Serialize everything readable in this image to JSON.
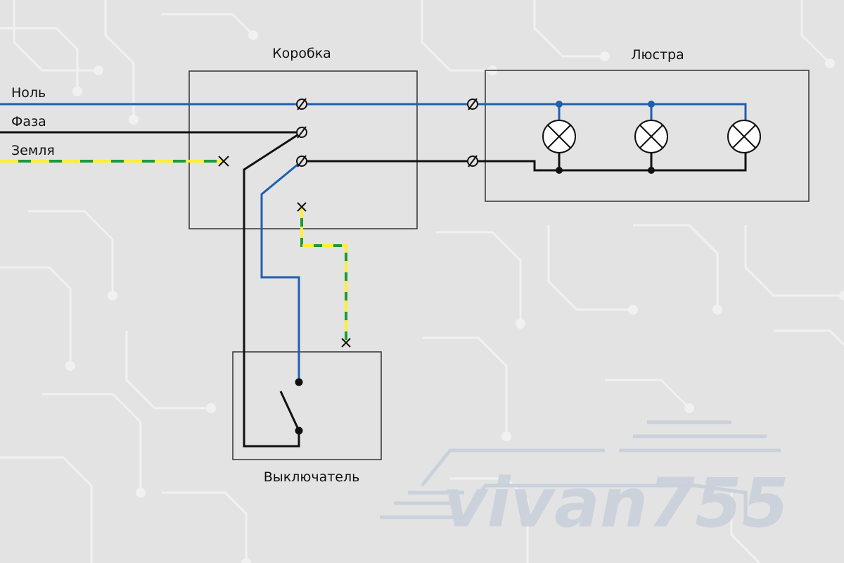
{
  "labels": {
    "box": "Коробка",
    "chandelier": "Люстра",
    "switch": "Выключатель",
    "neutral": "Ноль",
    "phase": "Фаза",
    "ground": "Земля"
  },
  "watermark": "vivan755",
  "colors": {
    "background": "#e3e3e3",
    "circuit_pattern": "#f1f1f1",
    "neutral_wire": "#1f5fb0",
    "phase_wire": "#111111",
    "ground_wire_green": "#1d9a3c",
    "ground_wire_yellow": "#ffee33",
    "lamp_fill": "#ffffff"
  },
  "lamp_count": 3
}
